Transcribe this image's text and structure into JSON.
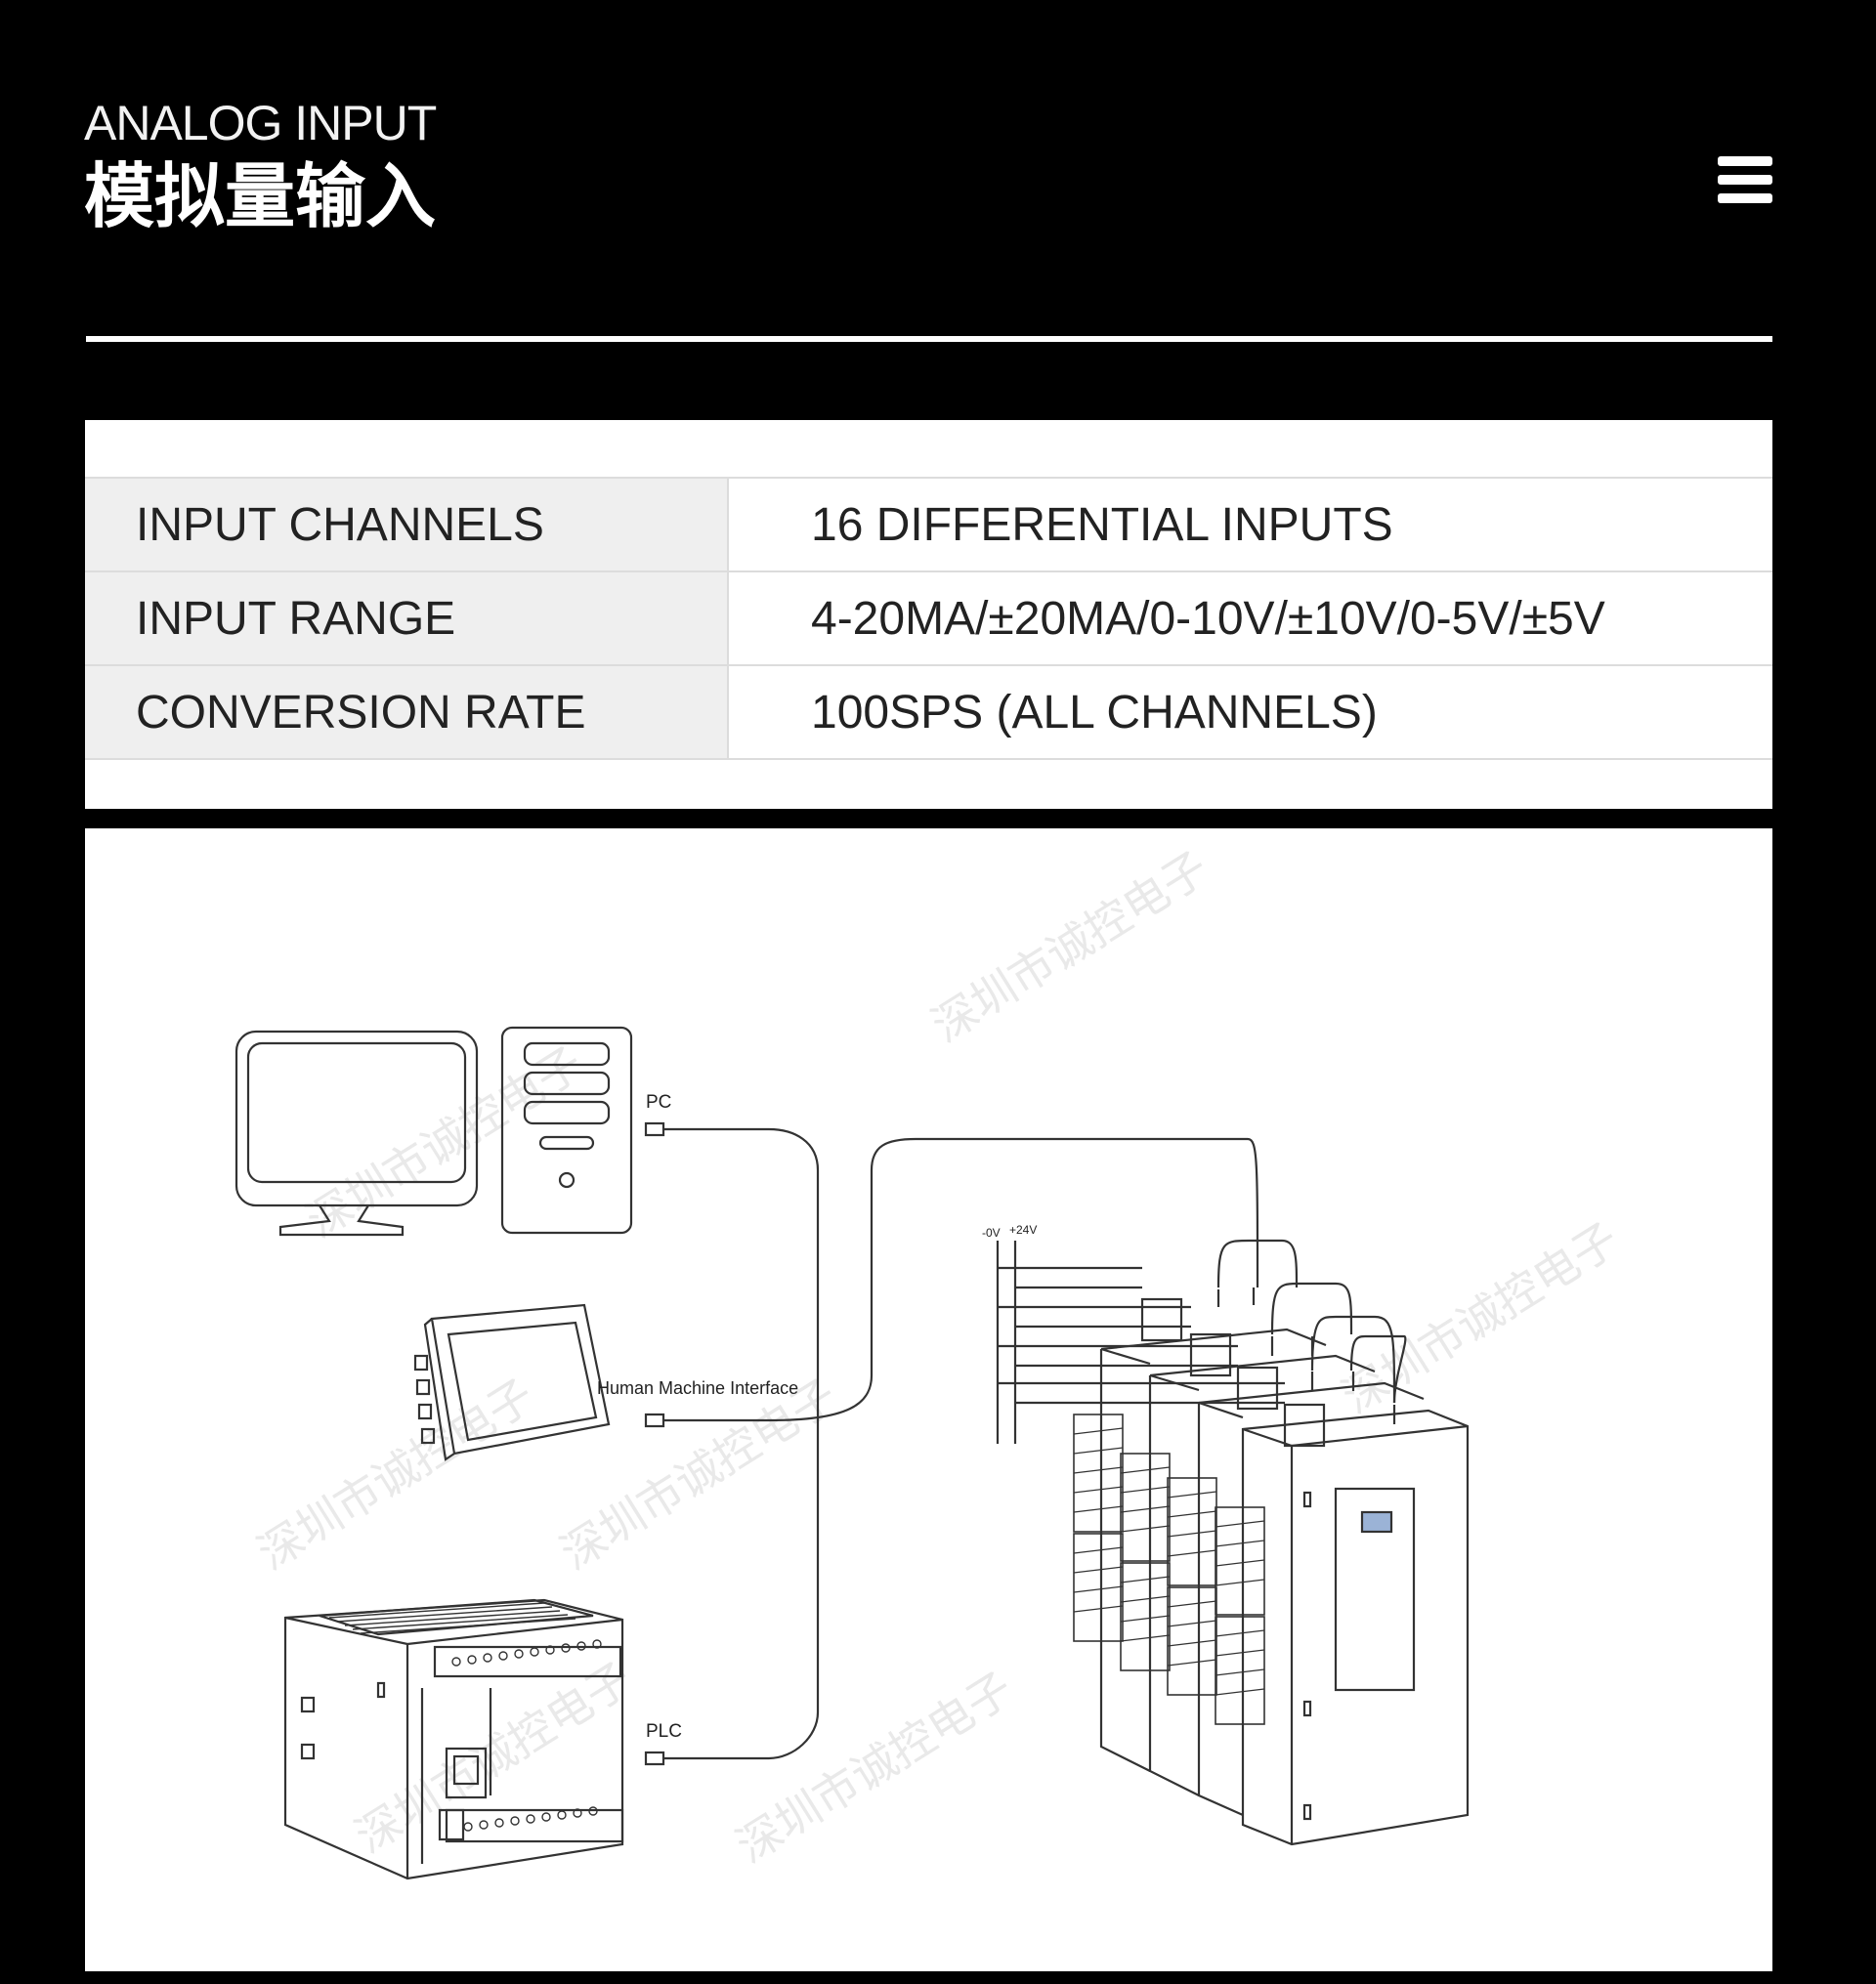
{
  "header": {
    "subtitle": "ANALOG INPUT",
    "title": "模拟量输入"
  },
  "menu": {
    "icon": "hamburger-menu-icon"
  },
  "specs": {
    "rows": [
      {
        "label": "INPUT CHANNELS",
        "value": "16 DIFFERENTIAL INPUTS"
      },
      {
        "label": "INPUT RANGE",
        "value": "4-20MA/±20MA/0-10V/±10V/0-5V/±5V"
      },
      {
        "label": "CONVERSION RATE",
        "value": "100SPS (ALL CHANNELS)"
      }
    ]
  },
  "diagram": {
    "pc_label": "PC",
    "hmi_label": "Human Machine Interface",
    "plc_label": "PLC",
    "power_minus_label": "-0V",
    "power_plus_label": "+24V",
    "watermark": "深圳市诚控电子",
    "icons": [
      "computer-monitor-icon",
      "pc-tower-icon",
      "hmi-panel-icon",
      "plc-unit-icon",
      "io-module-stack-icon",
      "ethernet-plug-icon"
    ]
  },
  "colors": {
    "background": "#000000",
    "panel": "#ffffff",
    "label_cell": "#efefef",
    "line": "#333333"
  }
}
